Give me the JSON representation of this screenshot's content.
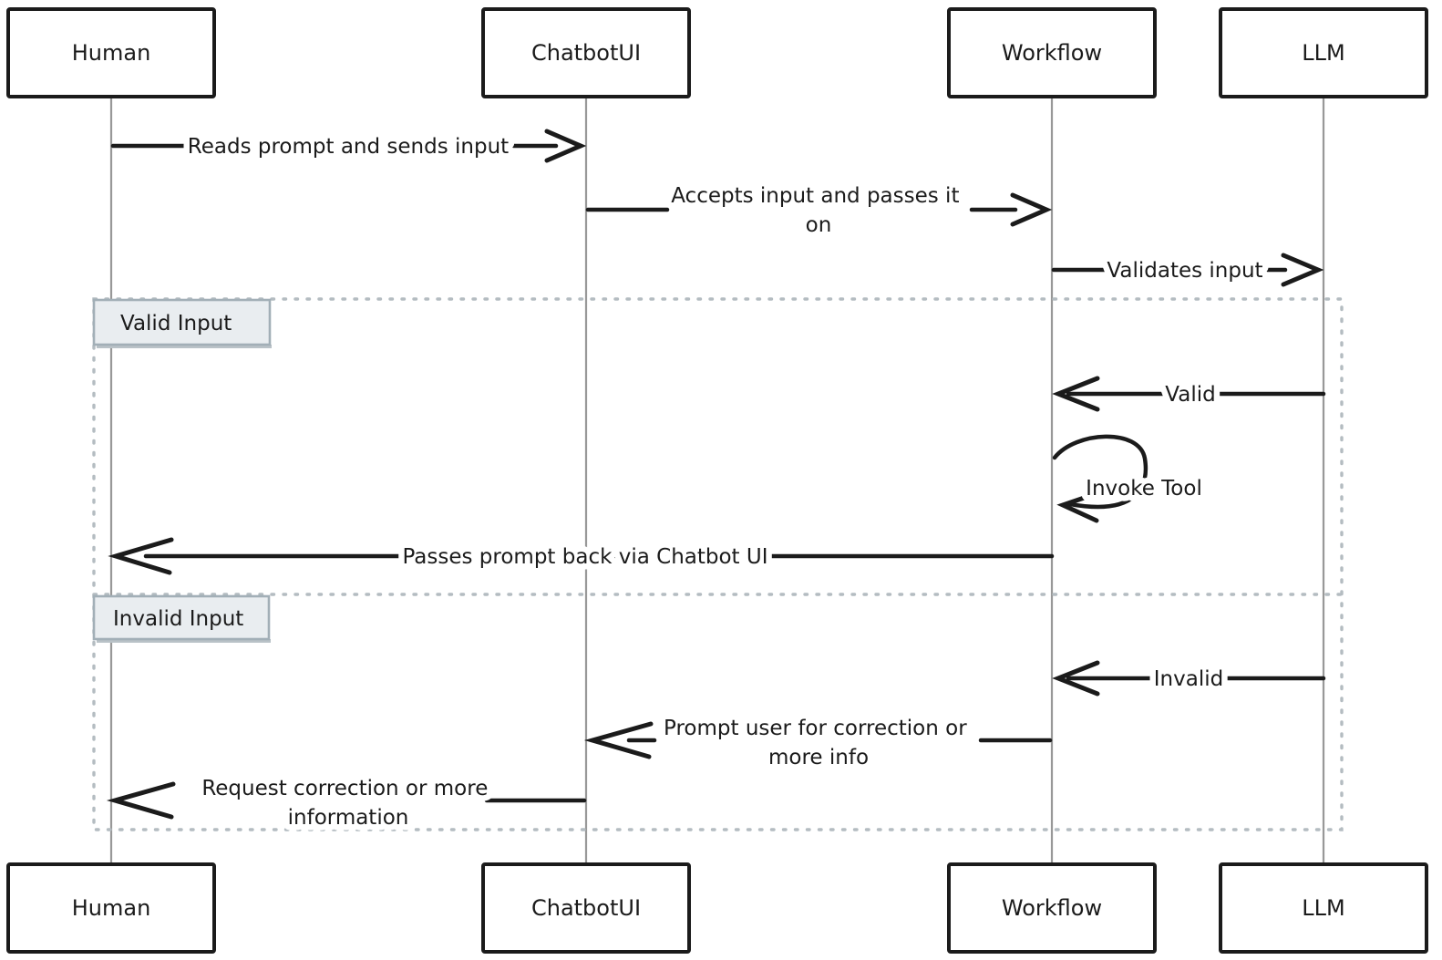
{
  "actors": [
    {
      "name": "Human"
    },
    {
      "name": "ChatbotUI"
    },
    {
      "name": "Workflow"
    },
    {
      "name": "LLM"
    }
  ],
  "messages": [
    {
      "from": "Human",
      "to": "ChatbotUI",
      "label": "Reads prompt and sends input"
    },
    {
      "from": "ChatbotUI",
      "to": "Workflow",
      "label": "Accepts input and passes it on",
      "lines": [
        "Accepts input and passes it",
        "on"
      ]
    },
    {
      "from": "Workflow",
      "to": "LLM",
      "label": "Validates input"
    },
    {
      "from": "LLM",
      "to": "Workflow",
      "label": "Valid"
    },
    {
      "from": "Workflow",
      "to": "Workflow",
      "label": "Invoke Tool",
      "self_loop": true
    },
    {
      "from": "Workflow",
      "to": "Human",
      "label": "Passes prompt back via Chatbot UI"
    },
    {
      "from": "LLM",
      "to": "Workflow",
      "label": "Invalid"
    },
    {
      "from": "Workflow",
      "to": "ChatbotUI",
      "label": "Prompt user for correction or more info",
      "lines": [
        "Prompt user for correction or",
        "more info"
      ]
    },
    {
      "from": "ChatbotUI",
      "to": "Human",
      "label": "Request correction or more information",
      "lines": [
        "Request correction or more",
        "information"
      ]
    }
  ],
  "fragments": [
    {
      "label": "Valid Input"
    },
    {
      "label": "Invalid Input"
    }
  ],
  "colors": {
    "ink": "#1b1b1b",
    "lifeline": "#989898",
    "frame_border": "#b4bcc1",
    "fragment_fill": "#e9edf0",
    "fragment_border": "#a2afb7",
    "background": "#ffffff"
  }
}
